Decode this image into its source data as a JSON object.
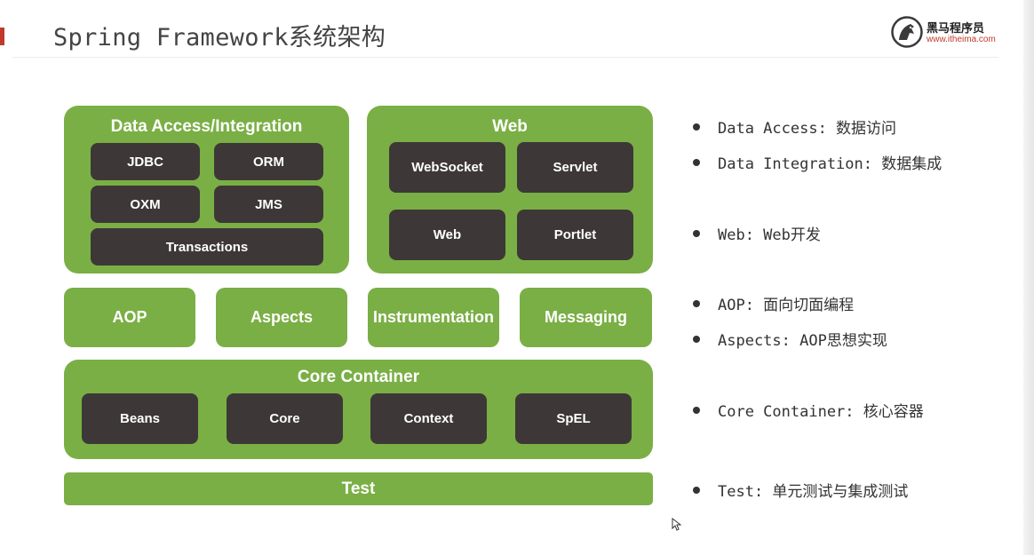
{
  "header": {
    "title": "Spring Framework系统架构",
    "brand_name": "黑马程序员",
    "brand_url": "www.itheima.com",
    "accent_color": "#c0392b"
  },
  "diagram": {
    "module_green": "#7aaf45",
    "module_dark": "#3d3837",
    "data_access": {
      "title": "Data Access/Integration",
      "modules": [
        "JDBC",
        "ORM",
        "OXM",
        "JMS",
        "Transactions"
      ]
    },
    "web": {
      "title": "Web",
      "modules": [
        "WebSocket",
        "Servlet",
        "Web",
        "Portlet"
      ]
    },
    "middle": [
      "AOP",
      "Aspects",
      "Instrumentation",
      "Messaging"
    ],
    "core_container": {
      "title": "Core Container",
      "modules": [
        "Beans",
        "Core",
        "Context",
        "SpEL"
      ]
    },
    "test": "Test"
  },
  "legend": [
    "Data Access: 数据访问",
    "Data Integration: 数据集成",
    "Web: Web开发",
    "AOP: 面向切面编程",
    "Aspects: AOP思想实现",
    "Core Container: 核心容器",
    "Test: 单元测试与集成测试"
  ]
}
